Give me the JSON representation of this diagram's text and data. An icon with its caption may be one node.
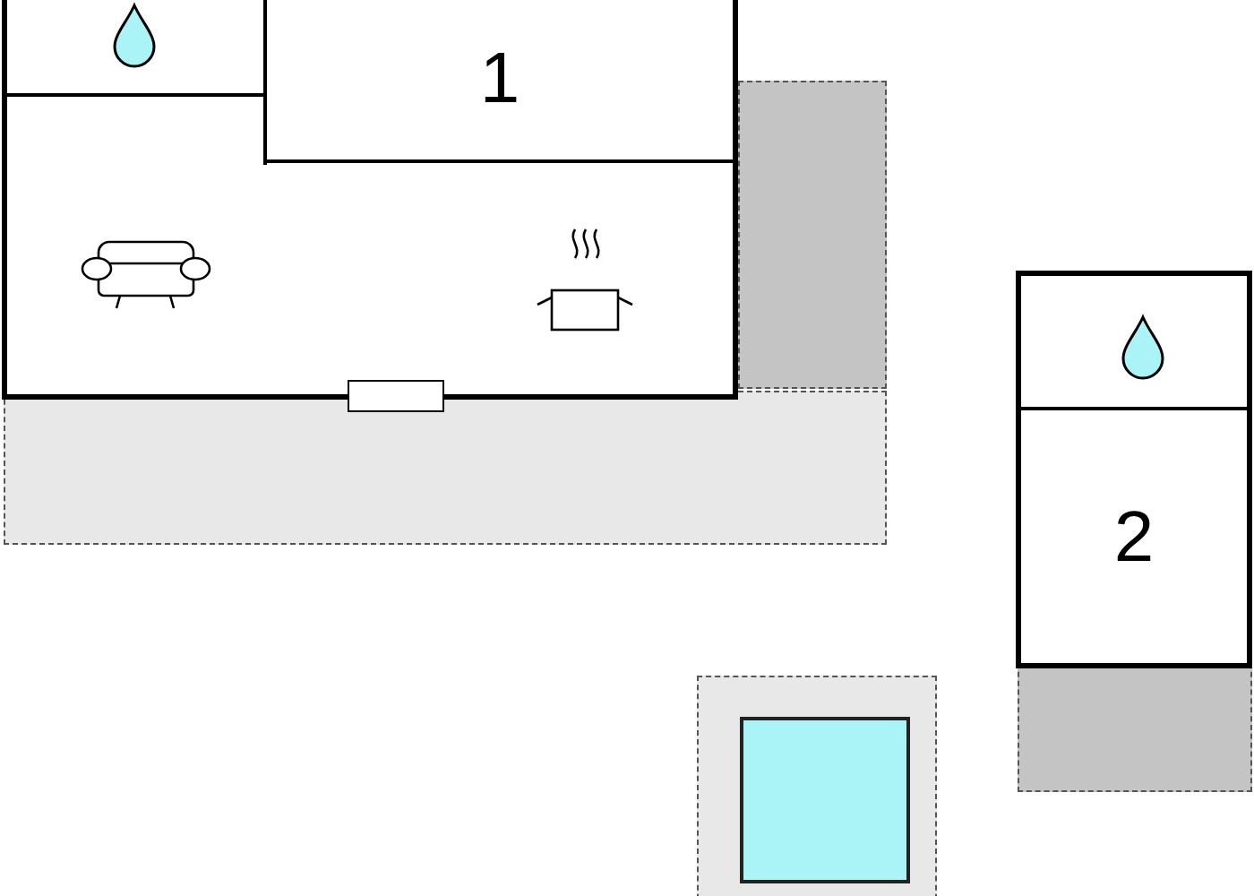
{
  "diagram": {
    "nodes": [
      {
        "text": [
          "1"
        ]
      },
      {
        "text": [
          "2"
        ]
      },
      {
        "text": [],
        "shape": "box"
      },
      {
        "text": [],
        "shape": "box"
      },
      {
        "text": [],
        "shape": "box"
      },
      {
        "text": [],
        "shape": "box"
      },
      {
        "text": [],
        "shape": "box",
        "in": 5
      }
    ]
  }
}
